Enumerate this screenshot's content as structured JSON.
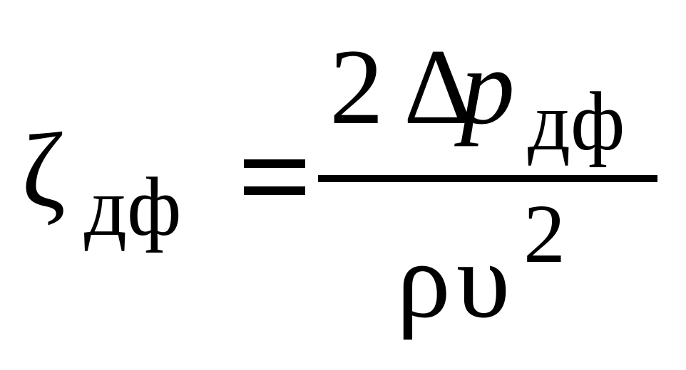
{
  "formula": {
    "lhs": {
      "symbol": "ζ",
      "subscript": "дф"
    },
    "equals": "=",
    "numerator": {
      "coefficient": "2",
      "delta": "Δ",
      "variable": "p",
      "subscript": "дф"
    },
    "denominator": {
      "rho": "ρ",
      "upsilon": "υ",
      "exponent": "2"
    }
  }
}
